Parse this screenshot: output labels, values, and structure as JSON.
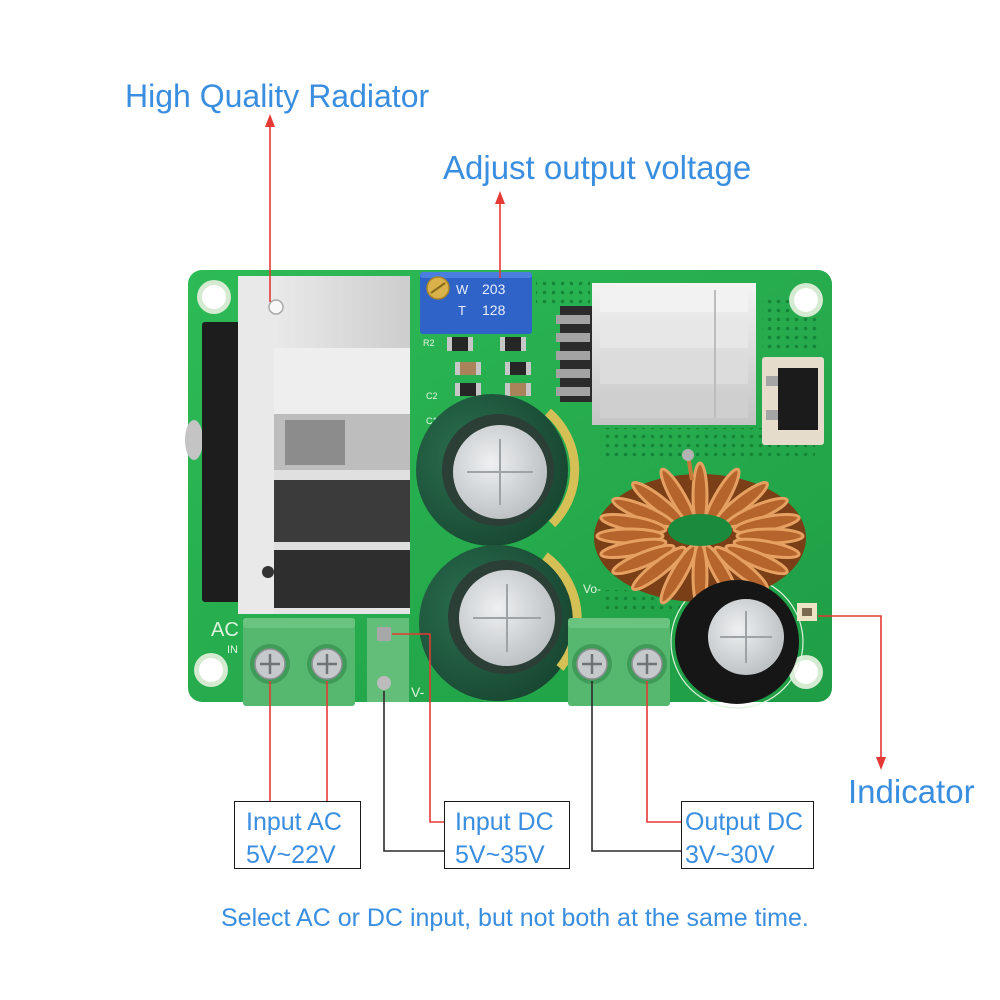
{
  "callouts": {
    "radiator": "High Quality Radiator",
    "adjust_voltage": "Adjust output voltage",
    "indicator": "Indicator"
  },
  "boxes": [
    {
      "title": "Input AC",
      "range": "5V~22V"
    },
    {
      "title": "Input DC",
      "range": "5V~35V"
    },
    {
      "title": "Output DC",
      "range": "3V~30V"
    }
  ],
  "note": "Select AC or DC input, but not both at the same time.",
  "board_markings": {
    "ac": "AC",
    "in": "IN",
    "v_minus": "V-",
    "vo_minus": "Vo-",
    "r2": "R2",
    "c1": "C1",
    "c2": "C2",
    "pot_w": "W",
    "pot_code": "203",
    "pot_t": "T",
    "pot_lot": "128"
  },
  "colors": {
    "label_blue": "#3a8ee0",
    "arrow_red": "#e53935",
    "leader_black": "#2a2a2a",
    "board_green": "#23a94a"
  }
}
